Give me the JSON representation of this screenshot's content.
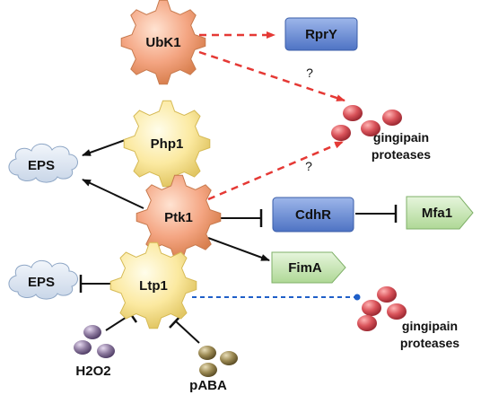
{
  "kinases": {
    "ubk1": "UbK1",
    "php1": "Php1",
    "ptk1": "Ptk1",
    "ltp1": "Ltp1"
  },
  "targets": {
    "rpry": "RprY",
    "cdhr": "CdhR",
    "mfa1": "Mfa1",
    "fima": "FimA"
  },
  "eps": {
    "top": "EPS",
    "bottom": "EPS"
  },
  "proteases": {
    "top_line1": "gingipain",
    "top_line2": "proteases",
    "bottom_line1": "gingipain",
    "bottom_line2": "proteases"
  },
  "question_marks": {
    "upper": "?",
    "lower": "?"
  },
  "stimuli": {
    "h2o2": "H2O2",
    "paba": "pABA"
  },
  "colors": {
    "ubk1_ptk1_fill": "#F4A582",
    "php1_ltp1_fill": "#FBEBA1",
    "blue_box": "#6C8FD6",
    "green_box": "#C6E7B4",
    "eps_cloud": "#DCE6F2",
    "protease_red": "#D9535A",
    "h2o2_purple": "#8E7BA0",
    "paba_olive": "#9C8A53",
    "red_dash": "#E53935",
    "blue_dash": "#1F5FC8"
  }
}
